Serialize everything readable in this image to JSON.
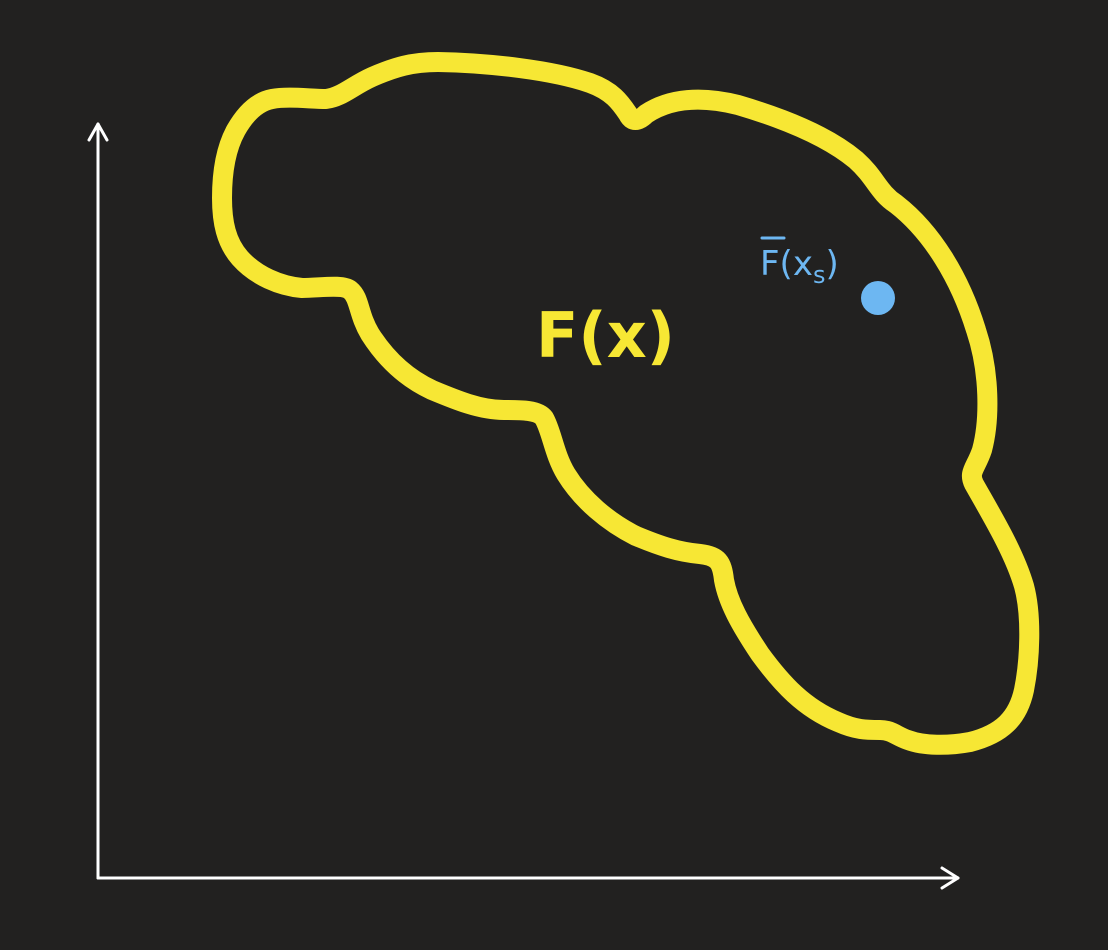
{
  "colors": {
    "background": "#222120",
    "axes": "#ffffff",
    "region": "#f7e734",
    "point": "#6db7f2"
  },
  "region": {
    "label": "F(x)"
  },
  "point": {
    "label_main": "F(x",
    "label_sub": "s",
    "label_close": ")"
  }
}
